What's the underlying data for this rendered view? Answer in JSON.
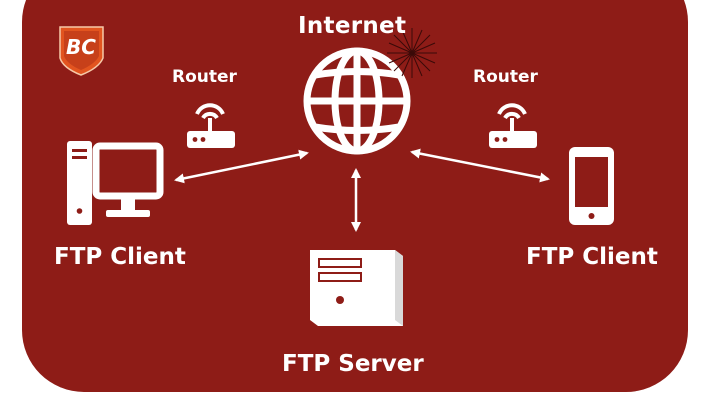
{
  "diagram": {
    "internet_label": "Internet",
    "router_left_label": "Router",
    "router_right_label": "Router",
    "client_left_label": "FTP Client",
    "client_right_label": "FTP Client",
    "server_label": "FTP Server",
    "logo_text": "BC"
  },
  "colors": {
    "panel": "#8e1c17",
    "foreground": "#ffffff",
    "logo_orange": "#e2541f"
  },
  "icons": {
    "internet": "globe-icon",
    "router_left": "router-icon",
    "router_right": "router-icon",
    "client_left": "desktop-computer-icon",
    "client_right": "smartphone-icon",
    "server": "server-tower-icon",
    "logo": "bc-shield-logo"
  }
}
